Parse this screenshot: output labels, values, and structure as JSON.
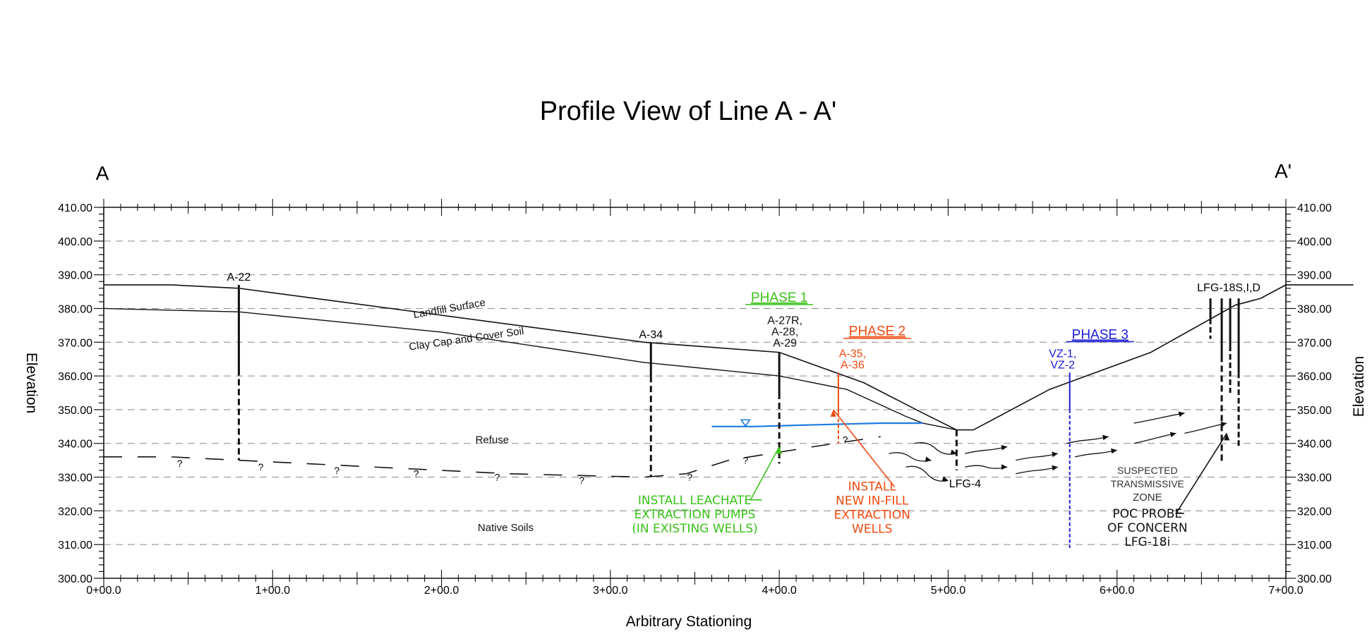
{
  "title": "Profile View of  Line A - A'",
  "section_labels": {
    "left": "A",
    "right": "A'"
  },
  "colors": {
    "ink": "#111111",
    "grid": "#8a8a8a",
    "phase1": "#39c21a",
    "phase2": "#f04a12",
    "phase3": "#1a1ad6",
    "water": "#1e7be0"
  },
  "chart_data": {
    "type": "profile",
    "xlabel": "Arbitrary Stationing",
    "ylabel": "Elevation",
    "xlim": [
      0,
      700
    ],
    "ylim": [
      300,
      410
    ],
    "x_ticks": [
      {
        "v": 0,
        "label": "0+00.0"
      },
      {
        "v": 100,
        "label": "1+00.0"
      },
      {
        "v": 200,
        "label": "2+00.0"
      },
      {
        "v": 300,
        "label": "3+00.0"
      },
      {
        "v": 400,
        "label": "4+00.0"
      },
      {
        "v": 500,
        "label": "5+00.0"
      },
      {
        "v": 600,
        "label": "6+00.0"
      },
      {
        "v": 700,
        "label": "7+00.0"
      }
    ],
    "y_ticks": [
      {
        "v": 410,
        "label": "410.00"
      },
      {
        "v": 400,
        "label": "400.00"
      },
      {
        "v": 390,
        "label": "390.00"
      },
      {
        "v": 380,
        "label": "380.00"
      },
      {
        "v": 370,
        "label": "370.00"
      },
      {
        "v": 360,
        "label": "360.00"
      },
      {
        "v": 350,
        "label": "350.00"
      },
      {
        "v": 340,
        "label": "340.00"
      },
      {
        "v": 330,
        "label": "330.00"
      },
      {
        "v": 320,
        "label": "320.00"
      },
      {
        "v": 310,
        "label": "310.00"
      },
      {
        "v": 300,
        "label": "300.00"
      }
    ],
    "grid": true,
    "landfill_surface": [
      [
        0,
        387
      ],
      [
        40,
        387
      ],
      [
        80,
        386
      ],
      [
        200,
        378
      ],
      [
        320,
        370
      ],
      [
        400,
        367
      ],
      [
        450,
        358
      ],
      [
        485,
        349
      ],
      [
        505,
        344
      ],
      [
        515,
        344
      ],
      [
        560,
        356
      ],
      [
        620,
        367
      ],
      [
        670,
        381
      ],
      [
        685,
        383
      ],
      [
        700,
        387
      ],
      [
        740,
        387
      ]
    ],
    "clay_cap": [
      [
        0,
        380
      ],
      [
        80,
        379
      ],
      [
        200,
        373
      ],
      [
        320,
        364
      ],
      [
        400,
        360
      ],
      [
        440,
        356
      ],
      [
        475,
        348
      ],
      [
        485,
        346
      ],
      [
        505,
        344
      ]
    ],
    "native_soils_contact": [
      [
        0,
        336
      ],
      [
        40,
        336
      ],
      [
        80,
        335
      ],
      [
        160,
        333
      ],
      [
        240,
        331
      ],
      [
        320,
        330
      ],
      [
        345,
        331
      ],
      [
        370,
        335
      ],
      [
        420,
        339
      ],
      [
        460,
        342
      ]
    ],
    "water_table": [
      [
        360,
        345
      ],
      [
        385,
        345
      ],
      [
        420,
        345.5
      ],
      [
        460,
        346
      ],
      [
        485,
        346
      ]
    ],
    "water_table_marker": {
      "x": 380,
      "y": 347
    },
    "wells": [
      {
        "label": "A-22",
        "x": 80,
        "top": 387,
        "solid_bottom": 362,
        "bottom": 335
      },
      {
        "label": "A-34",
        "x": 324,
        "top": 370,
        "solid_bottom": 360,
        "bottom": 330
      },
      {
        "label": "A-27R,\nA-28,\nA-29",
        "x": 400,
        "top": 367,
        "solid_bottom": 355,
        "bottom": 334
      },
      {
        "label": "LFG-4",
        "x": 505,
        "top": 344,
        "solid_bottom": 344,
        "bottom": 332
      },
      {
        "label": "LFG-18S,I,D",
        "x": 662,
        "top": 383,
        "solid_bottom": 366,
        "bottom": 334
      }
    ],
    "phase_wells": [
      {
        "label": "A-35,\nA-36",
        "x": 435,
        "top": 361,
        "bottom": 340,
        "color_key": "phase2"
      },
      {
        "label": "VZ-1,\nVZ-2",
        "x": 572,
        "top": 361,
        "bottom": 309,
        "color_key": "phase3"
      }
    ],
    "question_marks": [
      [
        45,
        333
      ],
      [
        93,
        332
      ],
      [
        138,
        331
      ],
      [
        185,
        330
      ],
      [
        233,
        329
      ],
      [
        283,
        328
      ],
      [
        347,
        329
      ],
      [
        380,
        334
      ],
      [
        439,
        340
      ]
    ],
    "flow_arrows": [
      [
        [
          465,
          337
        ],
        [
          490,
          335
        ]
      ],
      [
        [
          475,
          333
        ],
        [
          500,
          329
        ]
      ],
      [
        [
          480,
          340
        ],
        [
          505,
          337
        ]
      ],
      [
        [
          510,
          337
        ],
        [
          535,
          339
        ]
      ],
      [
        [
          510,
          333
        ],
        [
          535,
          333
        ]
      ],
      [
        [
          540,
          335
        ],
        [
          565,
          337
        ]
      ],
      [
        [
          540,
          331
        ],
        [
          565,
          333
        ]
      ],
      [
        [
          570,
          340
        ],
        [
          595,
          342
        ]
      ],
      [
        [
          575,
          336
        ],
        [
          600,
          338
        ]
      ],
      [
        [
          610,
          340
        ],
        [
          635,
          343
        ]
      ],
      [
        [
          610,
          346
        ],
        [
          640,
          349
        ]
      ],
      [
        [
          640,
          343
        ],
        [
          665,
          346
        ]
      ]
    ],
    "annotations": [
      {
        "text": "Landfill Surface",
        "x": 205,
        "y": 379,
        "rot": -10
      },
      {
        "text": "Clay Cap and Cover Soil",
        "x": 215,
        "y": 370,
        "rot": -8
      },
      {
        "text": "Refuse",
        "x": 230,
        "y": 340
      },
      {
        "text": "Native Soils",
        "x": 238,
        "y": 314
      },
      {
        "text": "SUSPECTED",
        "x": 618,
        "y": 331
      },
      {
        "text": "TRANSMISSIVE",
        "x": 618,
        "y": 327
      },
      {
        "text": "ZONE",
        "x": 618,
        "y": 323
      }
    ],
    "callouts": [
      {
        "lines": [
          "INSTALL LEACHATE",
          "EXTRACTION PUMPS",
          "(IN EXISTING WELLS)"
        ],
        "color_key": "phase1",
        "tx": 350,
        "ty": 322,
        "ax": 400,
        "ay": 339,
        "kx": 383
      },
      {
        "lines": [
          "INSTALL",
          "NEW IN-FILL",
          "EXTRACTION",
          "WELLS"
        ],
        "color_key": "phase2",
        "tx": 455,
        "ty": 326,
        "ax": 432,
        "ay": 350,
        "kx": 468
      },
      {
        "lines": [
          "POC PROBE",
          "OF CONCERN",
          "LFG-18i"
        ],
        "color_key": "ink",
        "tx": 618,
        "ty": 318,
        "ax": 665,
        "ay": 343,
        "kx": 635
      }
    ],
    "phases": [
      {
        "label": "PHASE 1",
        "x": 400,
        "y": 382,
        "color_key": "phase1"
      },
      {
        "label": "PHASE 2",
        "x": 458,
        "y": 372,
        "color_key": "phase2"
      },
      {
        "label": "PHASE 3",
        "x": 590,
        "y": 371,
        "color_key": "phase3"
      }
    ]
  }
}
